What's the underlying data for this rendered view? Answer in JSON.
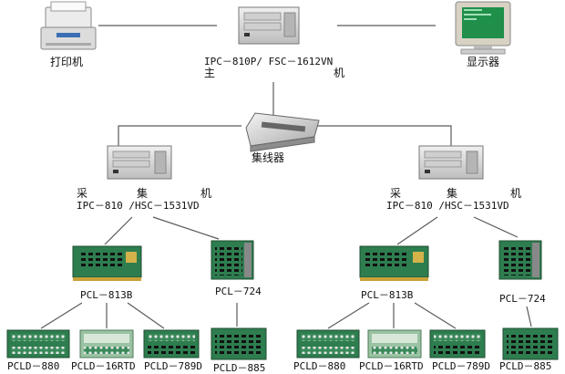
{
  "top": {
    "printer": "打印机",
    "host_line1": "IPC－810P/ FSC－1612VN",
    "host_zhu": "主",
    "host_ji": "机",
    "monitor": "显示器",
    "hub": "集线器"
  },
  "collectors": [
    {
      "cai": "采",
      "jia": "集",
      "ji": "机",
      "model": "IPC－810 /HSC－1531VD",
      "card_a": "PCL－813B",
      "card_b": "PCL－724",
      "boards": [
        "PCLD－880",
        "PCLD－16RTD",
        "PCLD－789D",
        "PCLD－885"
      ]
    },
    {
      "cai": "采",
      "jia": "集",
      "ji": "机",
      "model": "IPC－810 /HSC－1531VD",
      "card_a": "PCL－813B",
      "card_b": "PCL－724",
      "boards": [
        "PCLD－880",
        "PCLD－16RTD",
        "PCLD－789D",
        "PCLD－885"
      ]
    }
  ],
  "colors": {
    "line": "#5a5a5a",
    "pcb_green": "#2e7d4f",
    "chassis": "#d8d8d8",
    "screen": "#1f8f4a"
  },
  "icons": [
    "printer-icon",
    "server-icon",
    "monitor-icon",
    "hub-icon",
    "pci-card-icon",
    "terminal-board-icon"
  ]
}
